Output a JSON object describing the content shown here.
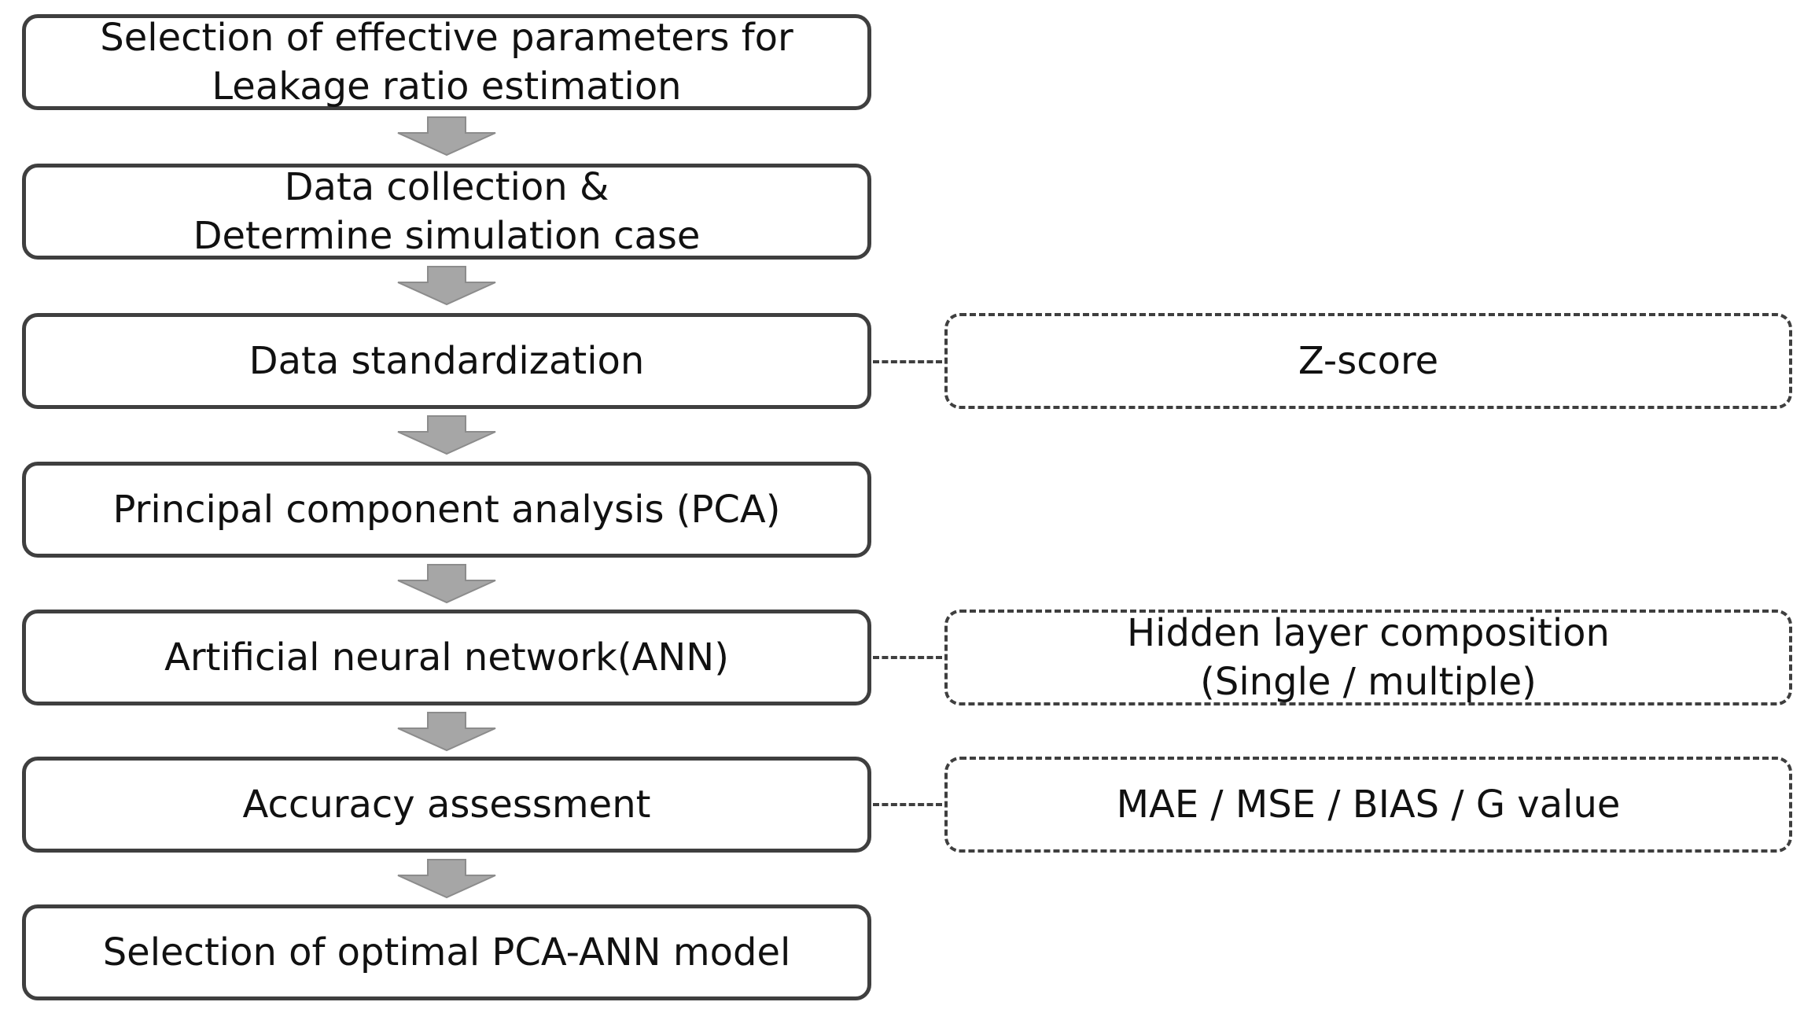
{
  "flowchart": {
    "steps": [
      {
        "label": "Selection of effective parameters for\nLeakage ratio estimation"
      },
      {
        "label": "Data collection &\nDetermine simulation case"
      },
      {
        "label": "Data standardization"
      },
      {
        "label": "Principal component analysis (PCA)"
      },
      {
        "label": "Artificial neural network(ANN)"
      },
      {
        "label": "Accuracy assessment"
      },
      {
        "label": "Selection of optimal PCA-ANN model"
      }
    ],
    "notes": [
      {
        "label": "Z-score",
        "attached_to_step": 3
      },
      {
        "label": "Hidden layer composition\n(Single / multiple)",
        "attached_to_step": 5
      },
      {
        "label": "MAE / MSE / BIAS / G value",
        "attached_to_step": 6
      }
    ]
  },
  "colors": {
    "box_border": "#3f3f3f",
    "arrow_fill": "#a6a6a6",
    "arrow_stroke": "#8c8c8c",
    "text": "#111111"
  }
}
